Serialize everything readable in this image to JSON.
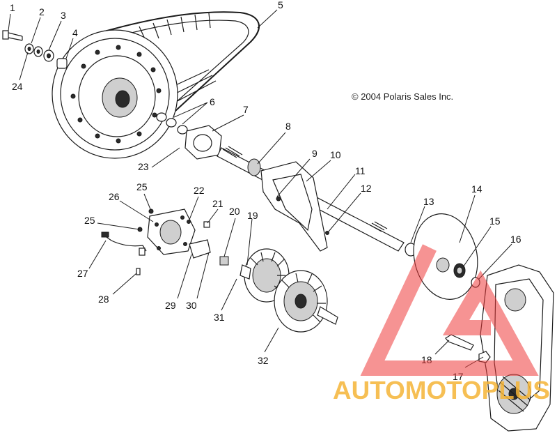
{
  "copyright": "© 2004 Polaris Sales Inc.",
  "callouts": [
    "1",
    "2",
    "3",
    "4",
    "5",
    "6",
    "7",
    "8",
    "9",
    "10",
    "11",
    "12",
    "13",
    "14",
    "15",
    "16",
    "17",
    "18",
    "19",
    "20",
    "21",
    "22",
    "23",
    "24",
    "25",
    "25",
    "26",
    "27",
    "28",
    "29",
    "30",
    "31",
    "32"
  ],
  "watermark": {
    "text": "AUTOMOTOPLUS",
    "brand_colors": {
      "triangle": "#ee3a3a",
      "text": "#f5b437"
    }
  }
}
